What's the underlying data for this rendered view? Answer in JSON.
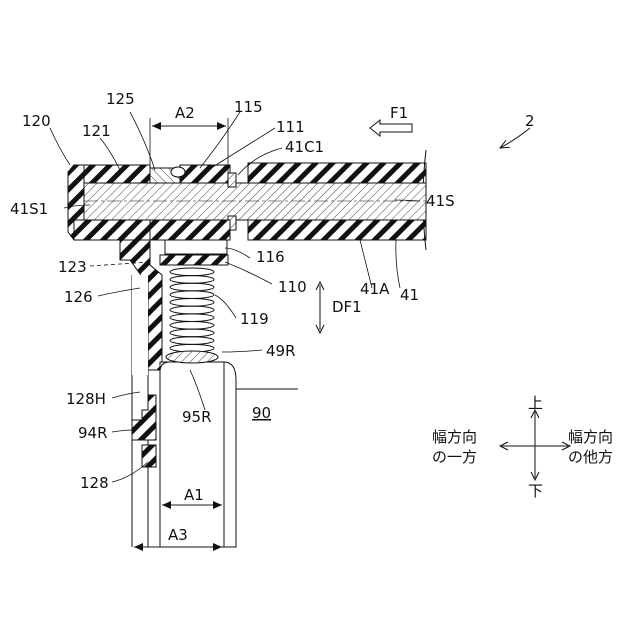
{
  "figure_number": "2",
  "labels": {
    "l120": "120",
    "l125": "125",
    "lA2": "A2",
    "l115": "115",
    "l111": "111",
    "lF1": "F1",
    "l121": "121",
    "l41C1": "41C1",
    "l41S1": "41S1",
    "l41S": "41S",
    "l123": "123",
    "l116": "116",
    "l126": "126",
    "l110": "110",
    "l41A": "41A",
    "l41": "41",
    "lDF1": "DF1",
    "l119": "119",
    "l49R": "49R",
    "l128H": "128H",
    "l95R": "95R",
    "l90": "90",
    "l94R": "94R",
    "l128": "128",
    "lA1": "A1",
    "lA3": "A3"
  },
  "direction_legend": {
    "up": "上",
    "down": "下",
    "left_line1": "幅方向",
    "left_line2": "の一方",
    "right_line1": "幅方向",
    "right_line2": "の他方"
  }
}
